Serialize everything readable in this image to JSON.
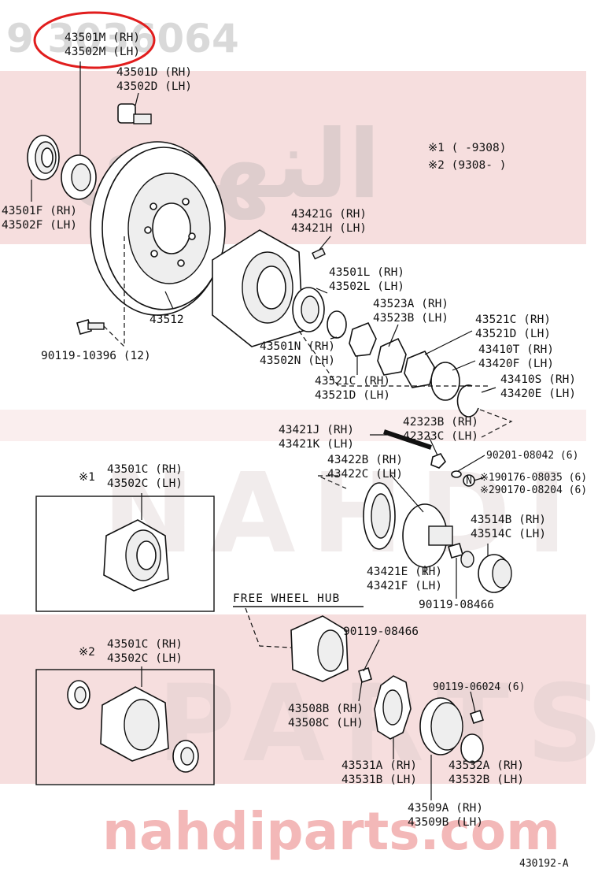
{
  "watermark": {
    "part_number": "9  3036064",
    "arabic_logo": "النهدي",
    "brand_top": "NAHDI",
    "brand_bottom": "PARTS",
    "site_url": "nahdiparts.com"
  },
  "highlight_color": "#e11d1d",
  "watermark_band_color": "#f6dede",
  "notes": {
    "note1": "※1 (      -9308)",
    "note2": "※2 (9308-      )"
  },
  "labels": {
    "l43501M": "43501M (RH)",
    "l43502M": "43502M (LH)",
    "l43501D": "43501D (RH)",
    "l43502D": "43502D (LH)",
    "l43501F": "43501F (RH)",
    "l43502F": "43502F (LH)",
    "l43512": "43512",
    "l90119_10396": "90119-10396 (12)",
    "l43421G": "43421G (RH)",
    "l43421H": "43421H (LH)",
    "l43501L": "43501L (RH)",
    "l43502L": "43502L (LH)",
    "l43523A": "43523A (RH)",
    "l43523B": "43523B (LH)",
    "l43521C_top": "43521C (RH)",
    "l43521D_top": "43521D (LH)",
    "l43410T": "43410T (RH)",
    "l43420F": "43420F (LH)",
    "l43501N": "43501N (RH)",
    "l43502N": "43502N (LH)",
    "l43521C_mid": "43521C (RH)",
    "l43521D_mid": "43521D (LH)",
    "l43410S": "43410S (RH)",
    "l43420E": "43420E (LH)",
    "l42323B": "42323B (RH)",
    "l42323C": "42323C (LH)",
    "l43421J": "43421J (RH)",
    "l43421K": "43421K (LH)",
    "l90201_08042": "90201-08042 (6)",
    "l43422B": "43422B (RH)",
    "l43422C": "43422C (LH)",
    "l190176": "※190176-08035 (6)",
    "l290170": "※290170-08204 (6)",
    "l43501C_1": "43501C (RH)",
    "l43502C_1": "43502C (LH)",
    "note_mark1": "※1",
    "l43514B": "43514B (RH)",
    "l43514C": "43514C (LH)",
    "l43421E": "43421E (RH)",
    "l43421F": "43421F (LH)",
    "l90119_08466_a": "90119-08466",
    "free_wheel_hub": "FREE WHEEL HUB",
    "l90119_08466_b": "90119-08466",
    "l43501C_2": "43501C (RH)",
    "l43502C_2": "43502C (LH)",
    "note_mark2": "※2",
    "l90119_06024": "90119-06024 (6)",
    "l43508B": "43508B (RH)",
    "l43508C": "43508C (LH)",
    "l43531A": "43531A (RH)",
    "l43531B": "43531B (LH)",
    "l43532A": "43532A (RH)",
    "l43532B": "43532B (LH)",
    "l43509A": "43509A (RH)",
    "l43509B": "43509B (LH)",
    "n_circle": "N",
    "figure_code": "430192-A"
  }
}
